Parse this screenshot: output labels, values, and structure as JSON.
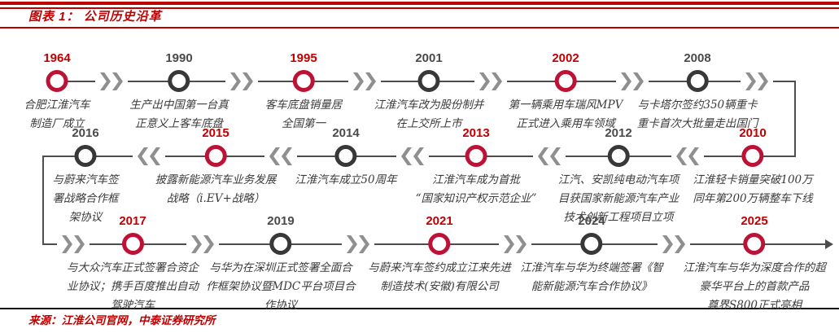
{
  "header": {
    "title": "图表 1： 公司历史沿革"
  },
  "footer": {
    "source": "来源：江淮公司官网，中泰证券研究所"
  },
  "colors": {
    "accent_red": "#BC1236",
    "year_red": "#C00000",
    "title_red": "#C00000",
    "dark_node": "#383838",
    "line": "#4D4D4D",
    "chevron_gray": "#8F8F8F"
  },
  "timeline": {
    "rows": [
      {
        "name": "row-1964-2008",
        "direction": "right",
        "events": [
          {
            "year": "1964",
            "highlight": true,
            "desc": [
              "合肥江淮汽车",
              "制造厂成立"
            ]
          },
          {
            "year": "1990",
            "highlight": false,
            "desc": [
              "生产出中国第一台真",
              "正意义上客车底盘"
            ]
          },
          {
            "year": "1995",
            "highlight": true,
            "desc": [
              "客车底盘销量居",
              "全国第一"
            ]
          },
          {
            "year": "2001",
            "highlight": false,
            "desc": [
              "江淮汽车改为股份制并",
              "在上交所上市"
            ]
          },
          {
            "year": "2002",
            "highlight": true,
            "desc": [
              "第一辆乘用车瑞风MPV",
              "正式进入乘用车领域"
            ]
          },
          {
            "year": "2008",
            "highlight": false,
            "desc": [
              "与卡塔尔签约350辆重卡",
              "重卡首次大批量走出国门"
            ]
          }
        ]
      },
      {
        "name": "row-2016-2010",
        "direction": "left",
        "events": [
          {
            "year": "2016",
            "highlight": false,
            "desc": [
              "与蔚来汽车签",
              "署战略合作框",
              "架协议"
            ]
          },
          {
            "year": "2015",
            "highlight": true,
            "desc": [
              "披露新能源汽车业务发展",
              "战略（i.EV+战略）"
            ]
          },
          {
            "year": "2014",
            "highlight": false,
            "desc": [
              "江淮汽车成立50周年"
            ]
          },
          {
            "year": "2013",
            "highlight": true,
            "desc": [
              "江淮汽车成为首批",
              "“国家知识产权示范企业”"
            ]
          },
          {
            "year": "2012",
            "highlight": false,
            "desc": [
              "江汽、安凯纯电动汽车项",
              "目获国家新能源汽车产业",
              "技术创新工程项目立项"
            ]
          },
          {
            "year": "2010",
            "highlight": true,
            "desc": [
              "江淮轻卡销量突破100万",
              "同年第200万辆整车下线"
            ]
          }
        ]
      },
      {
        "name": "row-2017-2025",
        "direction": "right",
        "events": [
          {
            "year": "2017",
            "highlight": true,
            "desc": [
              "与大众汽车正式签署合资企",
              "业协议；携手百度推出自动",
              "驾驶汽车"
            ]
          },
          {
            "year": "2019",
            "highlight": false,
            "desc": [
              "与华为在深圳正式签署全面合",
              "作框架协议暨MDC平台项目合",
              "作协议"
            ]
          },
          {
            "year": "2021",
            "highlight": true,
            "desc": [
              "与蔚来汽车签约成立江来先进",
              "制造技术(安徽)有限公司"
            ]
          },
          {
            "year": "2024",
            "highlight": false,
            "desc": [
              "江淮汽车与华为终端签署《智",
              "能新能源汽车合作协议》"
            ]
          },
          {
            "year": "2025",
            "highlight": true,
            "desc": [
              "江淮汽车与华为深度合作的超",
              "豪华平台上的首款产品",
              "尊界S800正式亮相"
            ]
          }
        ]
      }
    ]
  }
}
